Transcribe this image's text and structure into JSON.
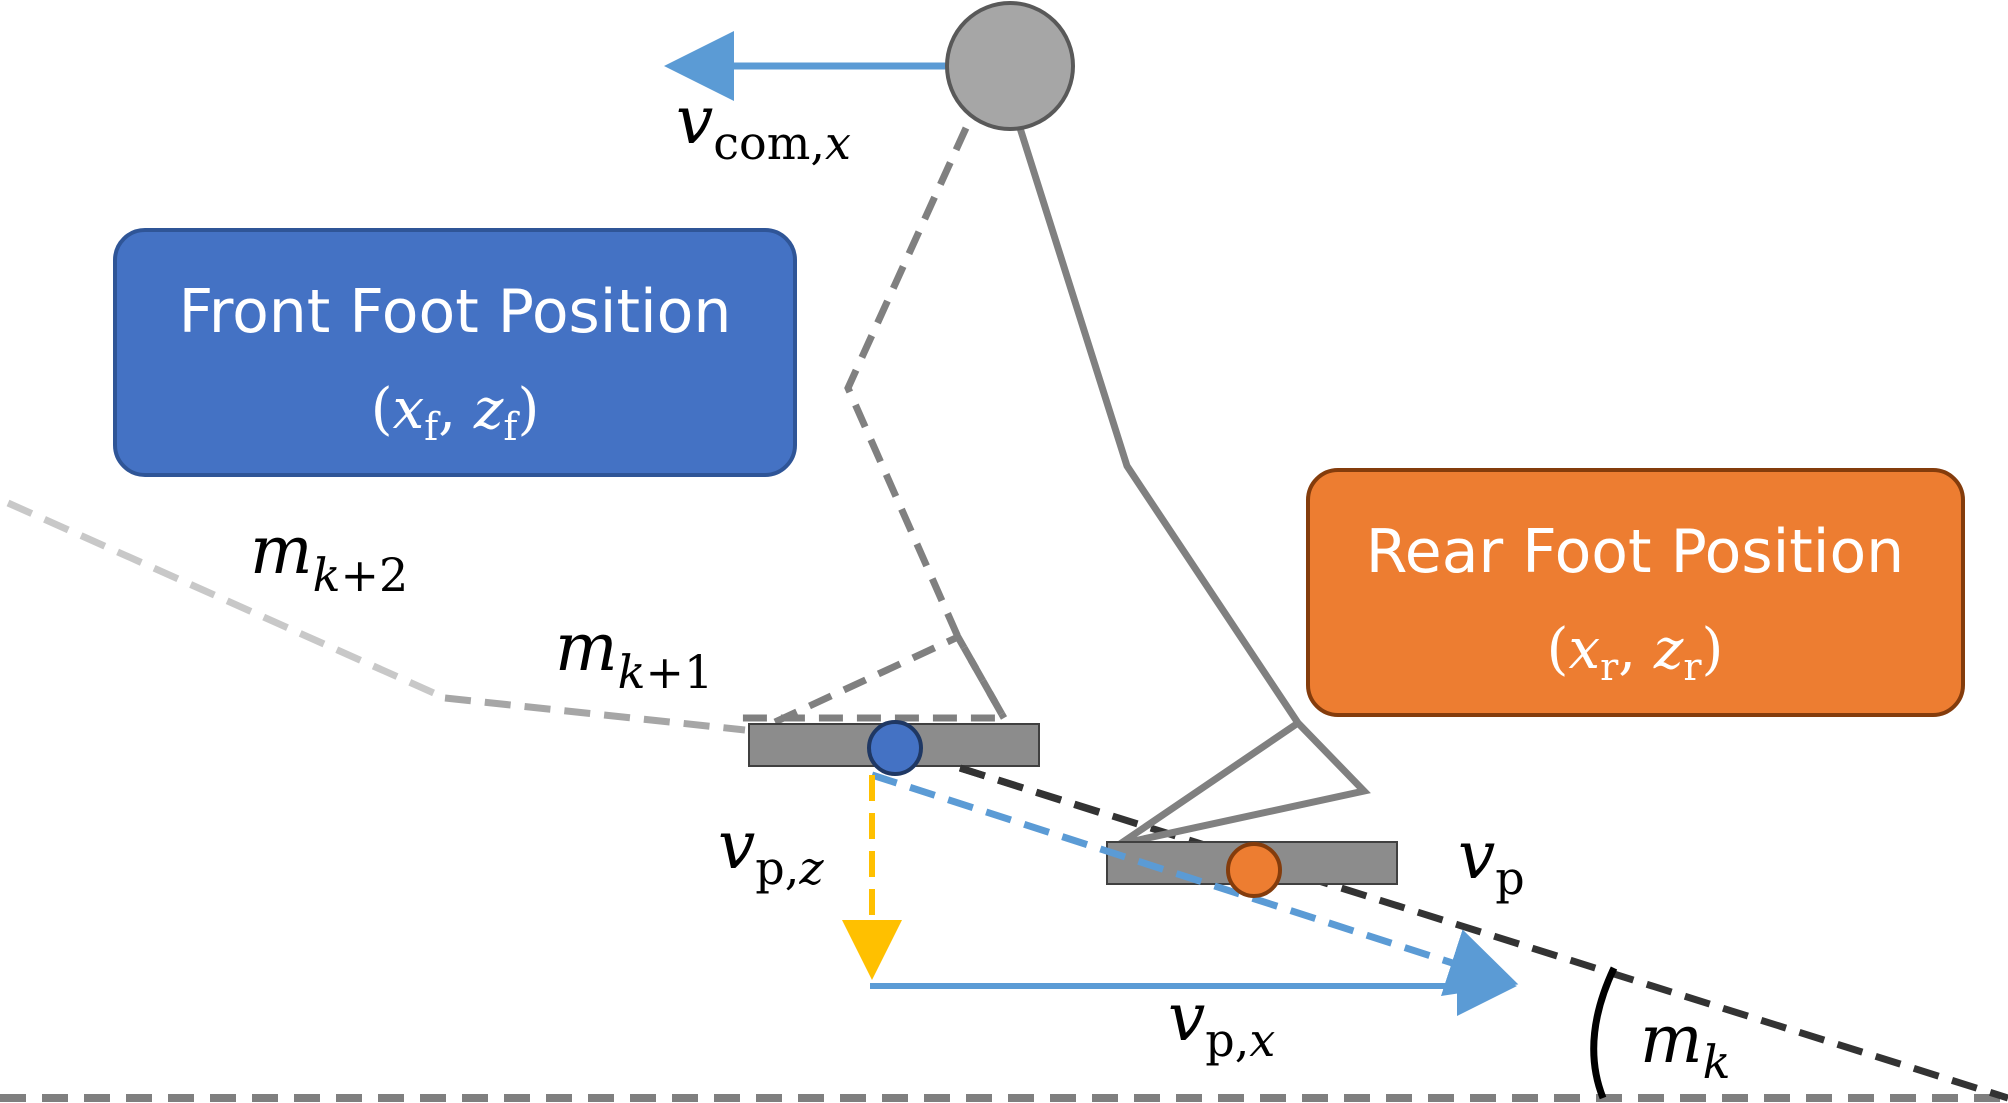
{
  "front_box": {
    "title": "Front Foot Position",
    "coord": {
      "open": "(",
      "x": "x",
      "x_sub": "f",
      "comma": ", ",
      "z": "z",
      "z_sub": "f",
      "close": ")"
    },
    "color": "#4472C4"
  },
  "rear_box": {
    "title": "Rear Foot Position",
    "coord": {
      "open": "(",
      "x": "x",
      "x_sub": "r",
      "comma": ", ",
      "z": "z",
      "z_sub": "r",
      "close": ")"
    },
    "color": "#ED7D31"
  },
  "labels": {
    "v_com_x": {
      "main": "v",
      "sub_a": "com,",
      "sub_b": "x"
    },
    "m_k2": {
      "main": "m",
      "sub_a": "k",
      "sub_b": "+2"
    },
    "m_k1": {
      "main": "m",
      "sub_a": "k",
      "sub_b": "+1"
    },
    "v_pz": {
      "main": "v",
      "sub_a": "p,",
      "sub_b": "z"
    },
    "v_p": {
      "main": "v",
      "sub_a": "p"
    },
    "v_px": {
      "main": "v",
      "sub_a": "p,",
      "sub_b": "x"
    },
    "m_k": {
      "main": "m",
      "sub_a": "k"
    }
  },
  "colors": {
    "leg_gray": "#808080",
    "foot_gray": "#8c8c8c",
    "arrow_blue": "#5B9BD5",
    "arrow_yellow": "#FFC000",
    "front_dot": "#4472C4",
    "rear_dot": "#ED7D31",
    "slope_dark": "#333333",
    "slope_light": "#c8c8c8",
    "slope_mid": "#a6a6a6",
    "ground": "#7f7f7f"
  }
}
